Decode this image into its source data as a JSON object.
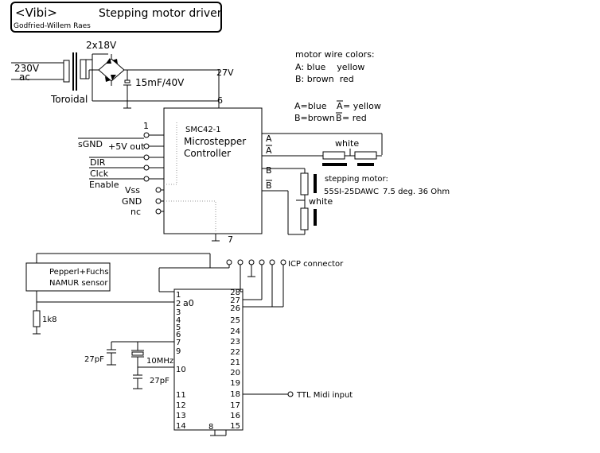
{
  "title_box": {
    "brand": "<Vibi>",
    "title": "Stepping motor driver",
    "author": "Godfried-Willem Raes"
  },
  "power": {
    "mains_voltage": "230V",
    "mains_ac": "ac",
    "transformer_label": "Toroidal",
    "secondary_label": "2x18V",
    "capacitor_label": "15mF/40V",
    "supply_voltage": "27V"
  },
  "colors_note": {
    "heading": "motor wire colors:",
    "line_a": "A: blue    yellow",
    "line_b": "B: brown  red"
  },
  "phases_note": {
    "a_text": "A=blue",
    "a_bar": "A",
    "a_rest": "= yellow",
    "b_text": "B=brown",
    "b_bar": "B",
    "b_rest": "= red"
  },
  "controller": {
    "part": "SMC42-1",
    "name_line1": "Microstepper",
    "name_line2": "Controller",
    "pin_top": "6",
    "pin_bottom": "7",
    "pin_one": "1",
    "left_signals": [
      "sGND",
      "+5V out",
      "DIR",
      "Clck",
      "Enable",
      "Vss",
      "GND",
      "nc"
    ],
    "right_pins": [
      "A",
      "A",
      "B",
      "B"
    ]
  },
  "motor": {
    "winding_label_a": "white",
    "winding_label_b": "white",
    "heading": "stepping motor:",
    "spec_model": "55SI-25DAWC",
    "spec_rest": "7.5 deg. 36 Ohm"
  },
  "sensor": {
    "line1": "Pepperl+Fuchs",
    "line2": "NAMUR sensor",
    "resistor": "1k8"
  },
  "mcu": {
    "left_pins": [
      "1",
      "2",
      "3",
      "4",
      "5",
      "6",
      "7",
      "9",
      "10",
      "11",
      "12",
      "13",
      "14"
    ],
    "right_pins": [
      "28",
      "27",
      "26",
      "25",
      "24",
      "23",
      "22",
      "21",
      "20",
      "19",
      "18",
      "17",
      "16",
      "15"
    ],
    "bottom_pin": "8",
    "a0_label": "a0"
  },
  "crystal": {
    "cap_top": "27pF",
    "cap_bottom": "27pF",
    "freq": "10MHz"
  },
  "connectors": {
    "icp": "ICP connector",
    "midi": "TTL Midi input"
  }
}
